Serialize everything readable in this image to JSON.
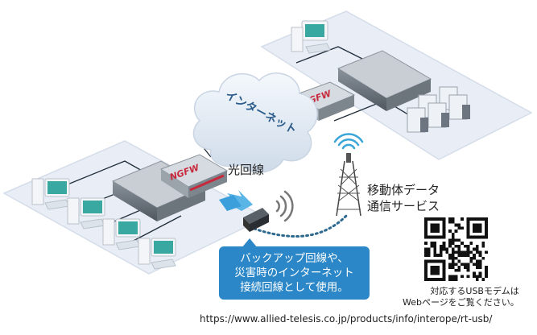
{
  "network": {
    "firewall_label": "NGFW",
    "cloud_label": "インターネット",
    "fiber_label": "光回線",
    "mobile_label_line1": "移動体データ",
    "mobile_label_line2": "通信サービス"
  },
  "callout": {
    "line1": "バックアップ回線や、",
    "line2": "災害時のインターネット",
    "line3": "接続回線として使用。"
  },
  "qr": {
    "note_line1": "対応するUSBモデムは",
    "note_line2": "Webページをご覧ください。",
    "url": "https://www.allied-telesis.co.jp/products/info/interope/rt-usb/"
  },
  "colors": {
    "platform": "#e9eef6",
    "accent_blue": "#2b87c7",
    "firewall_red": "#c8283c",
    "cloud": "#dde8f3"
  }
}
